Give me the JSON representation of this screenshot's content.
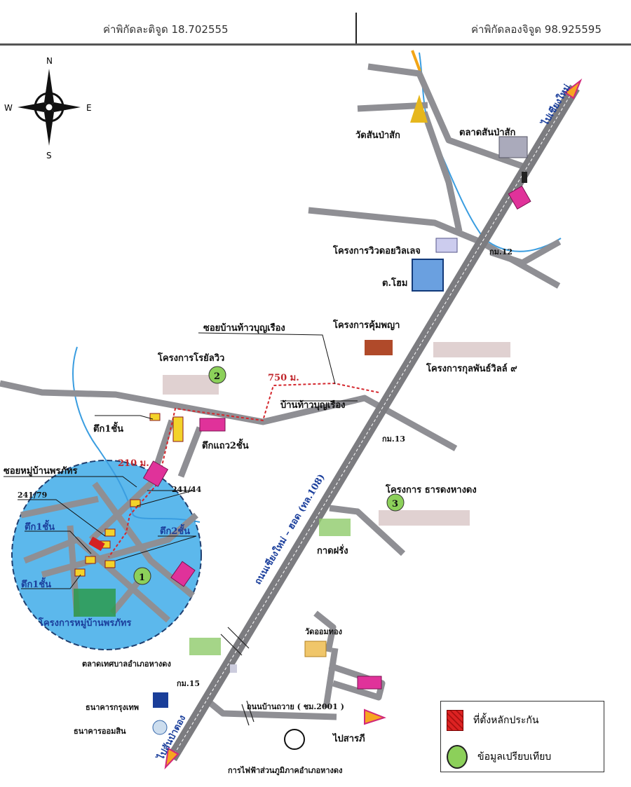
{
  "header": {
    "latitude": "ค่าพิกัดละติจูด 18.702555",
    "longitude": "ค่าพิกัดลองจิจูด 98.925595"
  },
  "compass": {
    "n": "N",
    "s": "S",
    "e": "E",
    "w": "W"
  },
  "roads": {
    "highway": "ถนนเชียงใหม่ – ฮอด (ทล.108)",
    "to_chiangmai": "ไปเชียงใหม่",
    "to_sanpatong": "ไปสันป่าตอง",
    "ban_tuai_road": "ถนนบ้านถวาย ( ชม.2001 )",
    "to_saraphi": "ไปสารภี",
    "soi_thao_bunrueang": "ซอยบ้านท้าวบุญเรือง",
    "soi_phonphat": "ซอยหมู่บ้านพรภัทร"
  },
  "distances": {
    "d750": "750 ม.",
    "d210": "210 ม."
  },
  "km_markers": {
    "km12": "กม.12",
    "km13": "กม.13",
    "km15": "กม.15"
  },
  "places": {
    "wat_san_pa_sak": "วัดสันป่าสัก",
    "market_san_pa_sak": "ตลาดสันป่าสัก",
    "doi_view": "โครงการวิวดอยวิลเลจ",
    "t_home": "ต.โฮม",
    "khum_phaya": "โครงการคุ้มพญา",
    "kunphan_villa": "โครงการกุลพันธ์วิลล์ ๙",
    "royal_view": "โครงการโรยัลวิว",
    "ban_thao_bunrueang": "บ้านท้าวบุญเรือง",
    "tuk_1_a": "ตึก1ชั้น",
    "tuk_row_2": "ตึกแถว2ชั้น",
    "house_241_79": "241/79",
    "house_241_44": "241/44",
    "tuk_1_b": "ตึก1ชั้น",
    "tuk_2": "ตึก2ชั้น",
    "tuk_1_c": "ตึก1ชั้น",
    "phonphat_project": "โครงการหมู่บ้านพรภัทร",
    "thandong_project": "โครงการ ธารดงหางดง",
    "kad_farang": "กาดฝรั่ง",
    "wat_om_thong": "วัดออมทอง",
    "municipal_market": "ตลาดเทศบาลอำเภอหางดง",
    "bangkok_bank": "ธนาคารกรุงเทพ",
    "gsb_bank": "ธนาคารออมสิน",
    "pea": "การไฟฟ้าส่วนภูมิภาคอำเภอหางดง"
  },
  "markers": {
    "m1": "1",
    "m2": "2",
    "m3": "3"
  },
  "legend": {
    "collateral": "ที่ตั้งหลักประกัน",
    "comparison": "ข้อมูลเปรียบเทียบ"
  }
}
